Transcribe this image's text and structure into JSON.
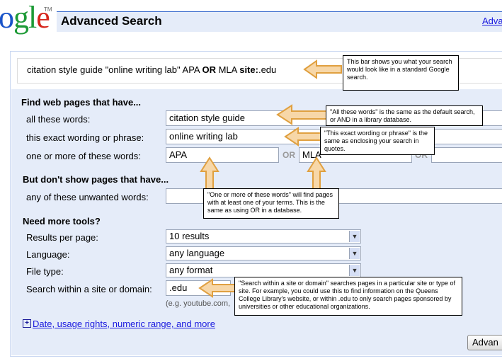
{
  "logo": {
    "letters": [
      "o",
      "g",
      "l",
      "e"
    ],
    "tm": "TM"
  },
  "header": {
    "title": "Advanced Search",
    "link": "Adva"
  },
  "query": {
    "parts": [
      {
        "text": "citation style guide \"online writing lab\" APA ",
        "bold": false
      },
      {
        "text": "OR",
        "bold": true
      },
      {
        "text": " MLA ",
        "bold": false
      },
      {
        "text": "site:",
        "bold": true
      },
      {
        "text": ".edu",
        "bold": false
      }
    ]
  },
  "find": {
    "heading": "Find web pages that have...",
    "all_label": "all these words:",
    "all_value": "citation style guide",
    "exact_label": "this exact wording or phrase:",
    "exact_value": "online writing lab",
    "oneof_label": "one or more of these words:",
    "oneof_1": "APA",
    "oneof_2": "MLA",
    "or1": "OR",
    "or2": "OR"
  },
  "exclude": {
    "heading": "But don't show pages that have...",
    "label": "any of these unwanted words:"
  },
  "tools": {
    "heading": "Need more tools?",
    "results_label": "Results per page:",
    "results_value": "10 results",
    "language_label": "Language:",
    "language_value": "any language",
    "filetype_label": "File type:",
    "filetype_value": "any format",
    "site_label": "Search within a site or domain:",
    "site_value": ".edu",
    "site_hint": "(e.g. youtube.com,"
  },
  "more": {
    "plus": "+",
    "link": "Date, usage rights, numeric range, and more"
  },
  "button": {
    "label": "Advan"
  },
  "notes": {
    "bar": "This bar shows you what your search would look like in a standard Google search.",
    "all": "\"All these words\" is the same as the default search, or AND in a library database.",
    "exact": "\"This exact wording or phrase\" is the same as enclosing your search in quotes.",
    "oneof": "\"One or more of these words\" will find pages with at least one of your terms. This is the same as using OR in a database.",
    "site": "\"Search within a site or domain\" searches pages in a particular site or type of site. For example, you could use this to find information on the Queens College Library's website, or within .edu to only search pages sponsored by universities or other educational organizations."
  },
  "colors": {
    "arrow_fill": "#f7d7a8",
    "arrow_stroke": "#e0a040",
    "panel_bg": "#e5ecf9"
  }
}
